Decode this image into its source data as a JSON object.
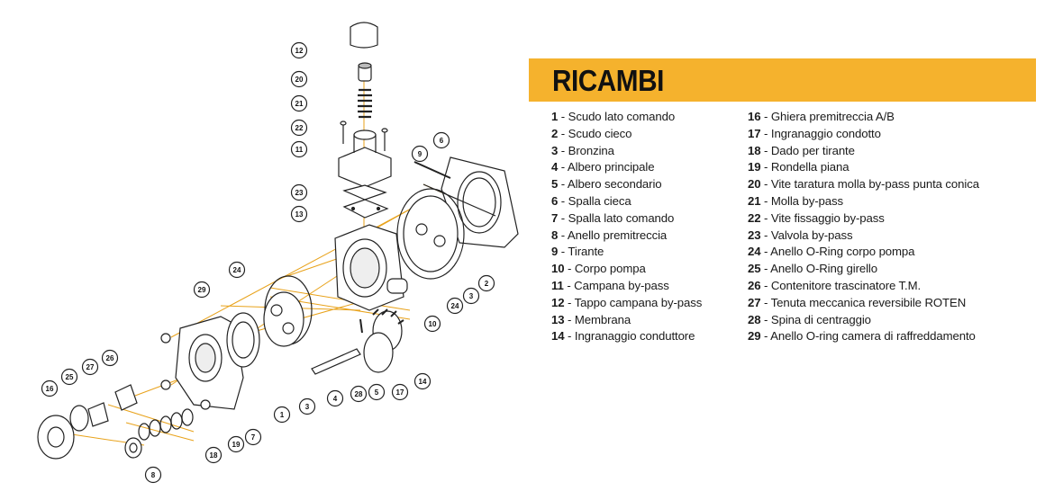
{
  "title": "RICAMBI",
  "colors": {
    "accent": "#f5b22d",
    "leader": "#e8a21a",
    "ink": "#1a1a1a"
  },
  "parts_left": [
    {
      "num": "1",
      "label": " - Scudo lato comando"
    },
    {
      "num": "2",
      "label": " - Scudo cieco"
    },
    {
      "num": "3",
      "label": " - Bronzina"
    },
    {
      "num": "4",
      "label": " - Albero principale"
    },
    {
      "num": "5",
      "label": " - Albero secondario"
    },
    {
      "num": "6",
      "label": " - Spalla cieca"
    },
    {
      "num": "7",
      "label": " - Spalla lato comando"
    },
    {
      "num": "8",
      "label": " - Anello premitreccia"
    },
    {
      "num": "9",
      "label": " - Tirante"
    },
    {
      "num": "10",
      "label": " - Corpo pompa"
    },
    {
      "num": "11",
      "label": " - Campana by-pass"
    },
    {
      "num": "12",
      "label": " - Tappo campana by-pass"
    },
    {
      "num": "13",
      "label": " - Membrana"
    },
    {
      "num": "14",
      "label": " - Ingranaggio conduttore"
    }
  ],
  "parts_right": [
    {
      "num": "16",
      "label": " - Ghiera premitreccia A/B"
    },
    {
      "num": "17",
      "label": " - Ingranaggio condotto"
    },
    {
      "num": "18",
      "label": " - Dado per tirante"
    },
    {
      "num": "19",
      "label": " - Rondella piana"
    },
    {
      "num": "20",
      "label": " - Vite taratura molla by-pass punta conica"
    },
    {
      "num": "21",
      "label": " - Molla by-pass"
    },
    {
      "num": "22",
      "label": " - Vite fissaggio by-pass"
    },
    {
      "num": "23",
      "label": " - Valvola by-pass"
    },
    {
      "num": "24",
      "label": " - Anello O-Ring corpo pompa"
    },
    {
      "num": "25",
      "label": " - Anello O-Ring girello"
    },
    {
      "num": "26",
      "label": " - Contenitore trascinatore T.M."
    },
    {
      "num": "27",
      "label": " - Tenuta meccanica reversibile ROTEN"
    },
    {
      "num": "28",
      "label": " - Spina di centraggio"
    },
    {
      "num": "29",
      "label": " - Anello O-ring camera di raffreddamento"
    }
  ],
  "callouts": [
    "12",
    "20",
    "21",
    "22",
    "11",
    "23",
    "13",
    "9",
    "6",
    "24",
    "29",
    "26",
    "27",
    "25",
    "16",
    "8",
    "18",
    "19",
    "7",
    "1",
    "3",
    "4",
    "28",
    "5",
    "17",
    "14",
    "10",
    "24",
    "3",
    "2"
  ]
}
